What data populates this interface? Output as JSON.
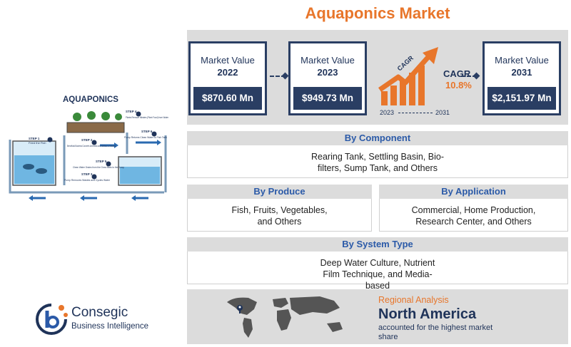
{
  "page": {
    "title": "Aquaponics Market"
  },
  "market": {
    "label": "Market Value",
    "boxes": [
      {
        "year": "2022",
        "value": "$870.60 Mn"
      },
      {
        "year": "2023",
        "value": "$949.73 Mn"
      },
      {
        "year": "2031",
        "value": "$2,151.97 Mn"
      }
    ],
    "cagr_label": "CAGR",
    "cagr_value": "10.8%",
    "cagr_arrow_text": "CAGR",
    "period_start": "2023",
    "period_end": "2031"
  },
  "segments": {
    "component": {
      "title": "By Component",
      "body": "Rearing Tank, Settling Basin, Bio-filters, Sump Tank, and Others"
    },
    "produce": {
      "title": "By Produce",
      "body": "Fish, Fruits, Vegetables, and Others"
    },
    "application": {
      "title": "By Application",
      "body": "Commercial, Home Production, Research Center, and Others"
    },
    "system": {
      "title": "By System Type",
      "body": "Deep Water Culture, Nutrient Film Technique, and Media-based"
    }
  },
  "regional": {
    "label": "Regional Analysis",
    "region": "North America",
    "description": "accounted for the highest market share"
  },
  "illustration": {
    "title": "AQUAPONICS",
    "steps": [
      {
        "step": "STEP 1",
        "text": "Feed the Fish"
      },
      {
        "step": "STEP 2",
        "text": "Beneficial Bacteria Converts Ammonia and Nitrites to Nitrates"
      },
      {
        "step": "STEP 3",
        "text": "Pump Removes Wastes and Cycles Water"
      },
      {
        "step": "STEP 4",
        "text": "Plants Remove Nitrates (Plant Food) from Water"
      },
      {
        "step": "STEP 5",
        "text": "Clean Water Drains from the Grow Beds to the Sump"
      },
      {
        "step": "STEP 6",
        "text": "Pump Returns Clean Water to Fish Tank"
      }
    ]
  },
  "brand": {
    "name": "Consegic",
    "sub_prefix": "Business Intelligence",
    "colors": {
      "navy": "#1f3359",
      "orange": "#e8762b",
      "blue": "#2b5aa8"
    }
  }
}
